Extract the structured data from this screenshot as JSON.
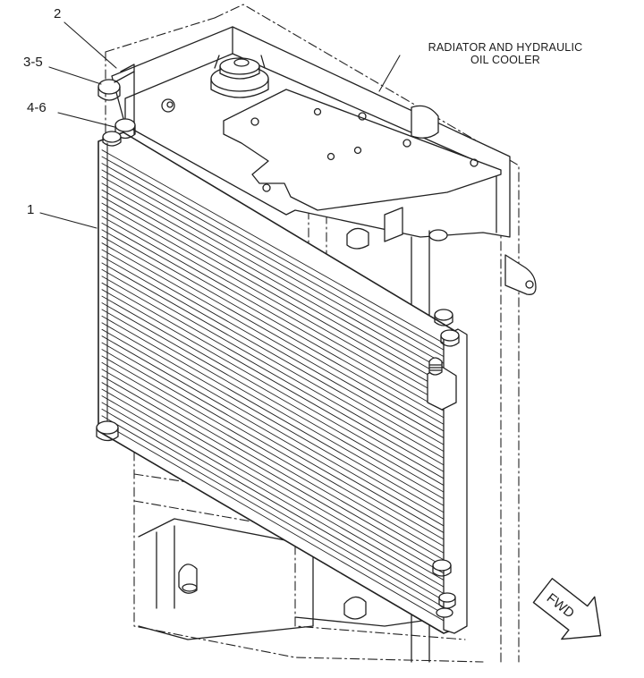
{
  "callouts": {
    "c1": "1",
    "c2": "2",
    "c3": "3-5",
    "c4": "4-6"
  },
  "title": {
    "line1": "RADIATOR AND HYDRAULIC",
    "line2": "OIL COOLER"
  },
  "fwd": {
    "label": "FWD"
  },
  "fin_count": 42
}
